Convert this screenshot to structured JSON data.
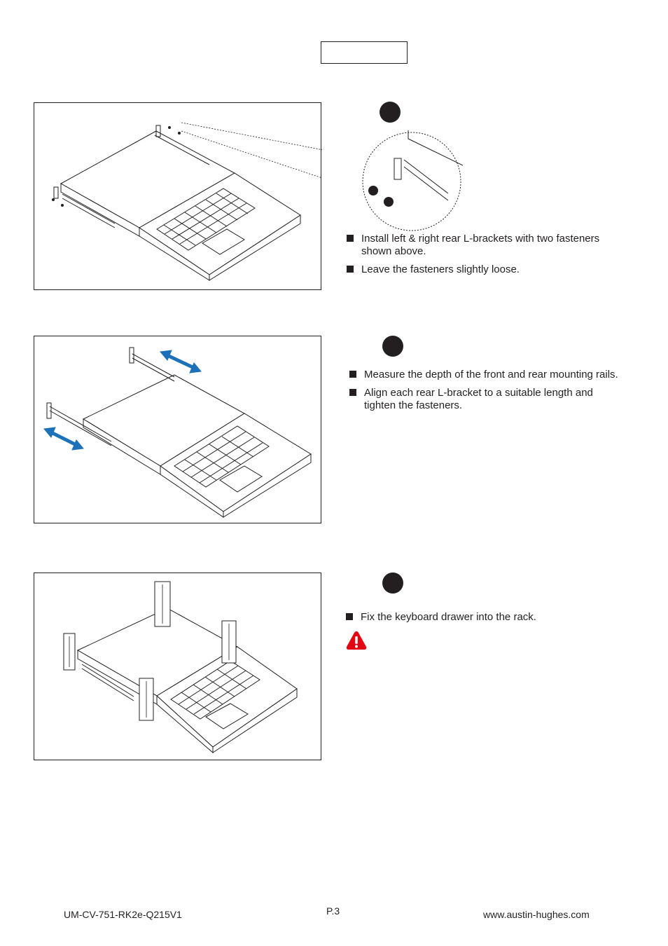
{
  "steps": [
    {
      "bullets": [
        "Install left & right rear L-brackets with two fasteners shown above.",
        "Leave the fasteners slightly loose."
      ]
    },
    {
      "bullets": [
        "Measure the depth of the front and rear mounting rails.",
        "Align each rear L-bracket to a suitable length and tighten the fasteners."
      ]
    },
    {
      "bullets": [
        "Fix the keyboard drawer into the rack."
      ]
    }
  ],
  "colors": {
    "ink": "#231f20",
    "arrow": "#1d71b8",
    "warning": "#e30613"
  },
  "icons": {
    "warning": "warning-icon"
  },
  "footer": {
    "doc_code": "UM-CV-751-RK2e-Q215V1",
    "page": "P.3",
    "website": "www.austin-hughes.com"
  }
}
